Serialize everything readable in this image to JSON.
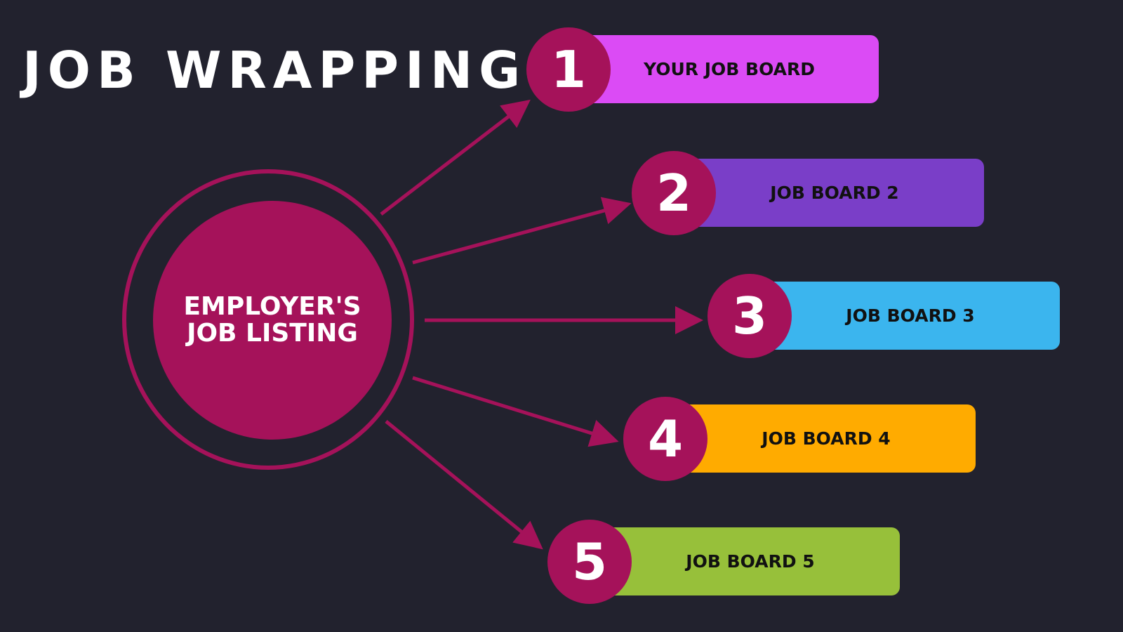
{
  "title": "JOB WRAPPING",
  "hub": {
    "label": "EMPLOYER'S JOB LISTING",
    "color": "#a5125a"
  },
  "accent_color": "#a5125a",
  "background_color": "#22222e",
  "boards": [
    {
      "number": "1",
      "label": "YOUR JOB BOARD",
      "color": "#db4bf5"
    },
    {
      "number": "2",
      "label": "JOB BOARD 2",
      "color": "#7a3ec8"
    },
    {
      "number": "3",
      "label": "JOB BOARD 3",
      "color": "#3bb5ee"
    },
    {
      "number": "4",
      "label": "JOB BOARD 4",
      "color": "#ffab00"
    },
    {
      "number": "5",
      "label": "JOB BOARD 5",
      "color": "#97c03a"
    }
  ]
}
